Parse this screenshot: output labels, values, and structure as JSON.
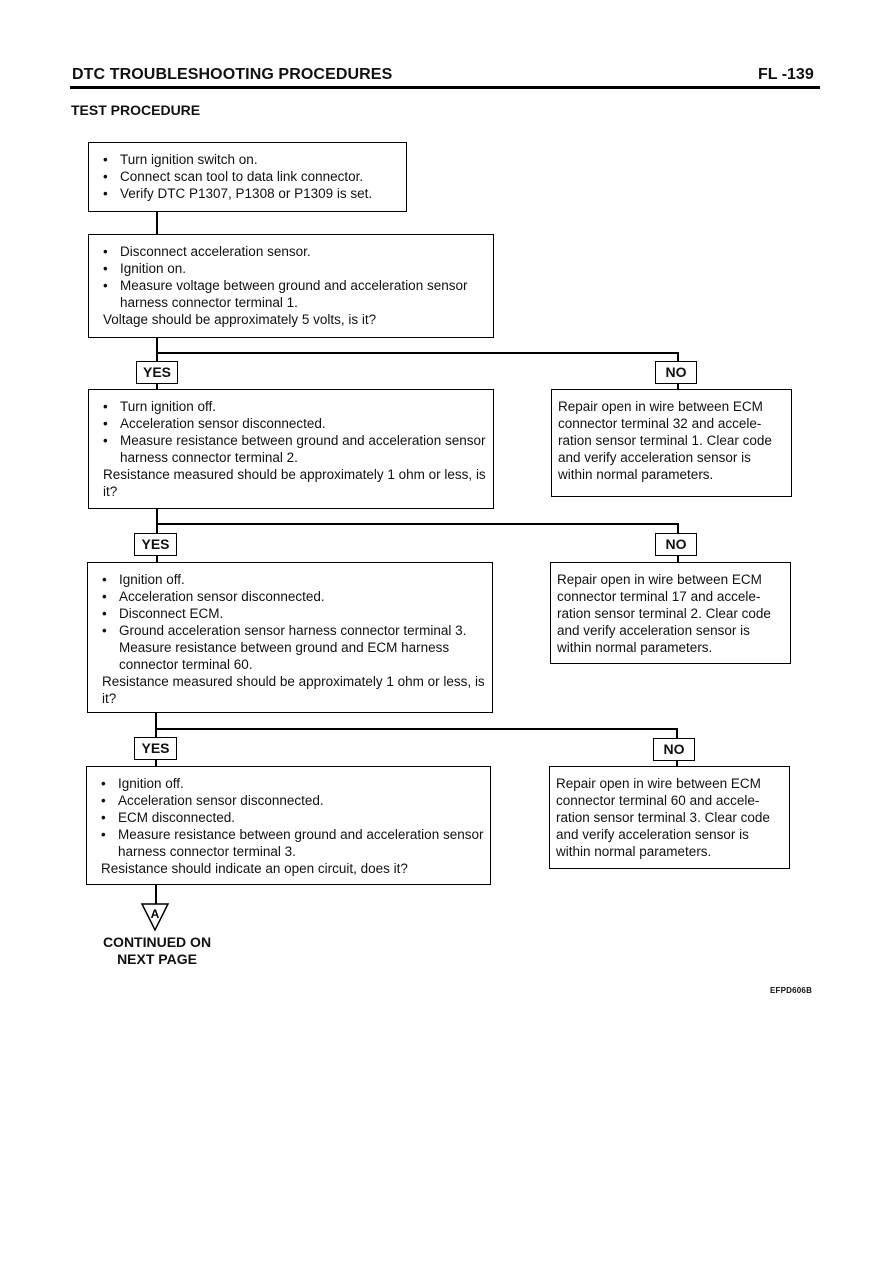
{
  "header": {
    "title": "DTC TROUBLESHOOTING PROCEDURES",
    "page": "FL -139"
  },
  "section_title": "TEST PROCEDURE",
  "flow": {
    "box1": {
      "items": [
        "Turn ignition switch on.",
        "Connect scan tool to data link connector.",
        "Verify DTC P1307, P1308 or P1309 is set."
      ]
    },
    "box2": {
      "items": [
        "Disconnect acceleration sensor.",
        "Ignition on.",
        "Measure voltage between ground and acceleration sensor harness connector terminal 1."
      ],
      "question": "Voltage should be approximately 5 volts, is it?"
    },
    "yes_label": "YES",
    "no_label": "NO",
    "box3": {
      "items": [
        "Turn ignition off.",
        "Acceleration sensor disconnected.",
        "Measure resistance between ground and acceleration sensor harness connector terminal 2."
      ],
      "question": "Resistance measured should be approximately 1 ohm or less, is it?"
    },
    "no1": {
      "text": "Repair open in wire between ECM connector terminal 32 and accele-ration sensor terminal 1. Clear code and verify acceleration sensor is within normal parameters."
    },
    "box4": {
      "items": [
        "Ignition off.",
        "Acceleration sensor disconnected.",
        "Disconnect ECM.",
        "Ground acceleration sensor harness connector terminal 3. Measure resistance between ground and ECM harness connector terminal 60."
      ],
      "question": "Resistance measured should be approximately 1 ohm or less, is it?"
    },
    "no2": {
      "text": "Repair open in wire between ECM connector terminal 17 and accele-ration sensor terminal 2. Clear code and verify acceleration sensor is within normal parameters."
    },
    "box5": {
      "items": [
        "Ignition off.",
        "Acceleration sensor disconnected.",
        "ECM disconnected.",
        "Measure resistance between ground and acceleration sensor harness connector terminal 3."
      ],
      "question": "Resistance should indicate an open circuit, does it?"
    },
    "no3": {
      "text": "Repair open in wire between ECM connector terminal 60 and accele-ration sensor terminal 3. Clear code and verify acceleration sensor is within normal parameters."
    },
    "connector_label": "A",
    "continued_line1": "CONTINUED ON",
    "continued_line2": "NEXT PAGE"
  },
  "figure_code": "EFPD606B"
}
